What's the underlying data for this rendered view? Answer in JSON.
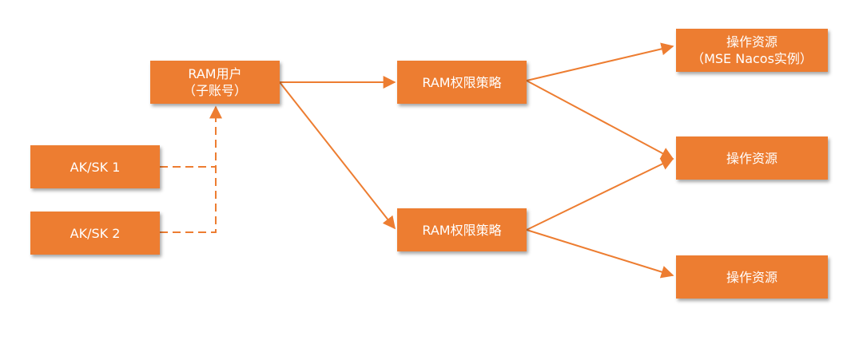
{
  "nodes": {
    "ram_user": {
      "line1": "RAM用户",
      "line2": "（子账号）"
    },
    "aksk1": {
      "label": "AK/SK 1"
    },
    "aksk2": {
      "label": "AK/SK 2"
    },
    "policy1": {
      "label": "RAM权限策略"
    },
    "policy2": {
      "label": "RAM权限策略"
    },
    "resource1": {
      "line1": "操作资源",
      "line2": "（MSE Nacos实例）"
    },
    "resource2": {
      "label": "操作资源"
    },
    "resource3": {
      "label": "操作资源"
    }
  },
  "colors": {
    "node_fill": "#ED7D31",
    "edge": "#ED7D31",
    "text": "#FFFFFF"
  }
}
